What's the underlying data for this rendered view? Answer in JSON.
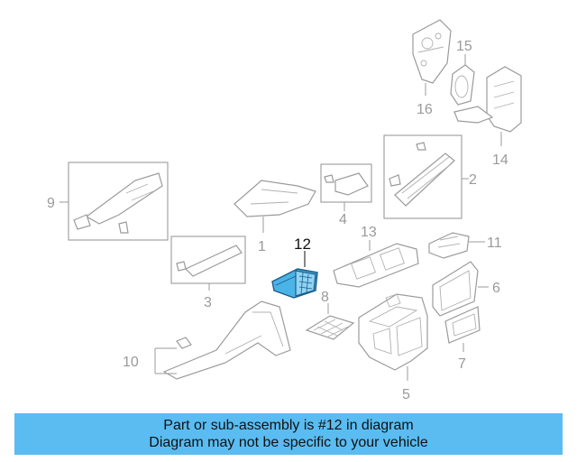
{
  "diagram": {
    "callouts": {
      "c1": "1",
      "c2": "2",
      "c3": "3",
      "c4": "4",
      "c5": "5",
      "c6": "6",
      "c7": "7",
      "c8": "8",
      "c9": "9",
      "c10": "10",
      "c11": "11",
      "c12": "12",
      "c13": "13",
      "c14": "14",
      "c15": "15",
      "c16": "16"
    },
    "highlighted_part": "12",
    "highlight_color": "#5bbcf1"
  },
  "banner": {
    "line1": "Part or sub-assembly is #12 in diagram",
    "line2": "Diagram may not be specific to your vehicle",
    "background": "#5bbcf1"
  }
}
